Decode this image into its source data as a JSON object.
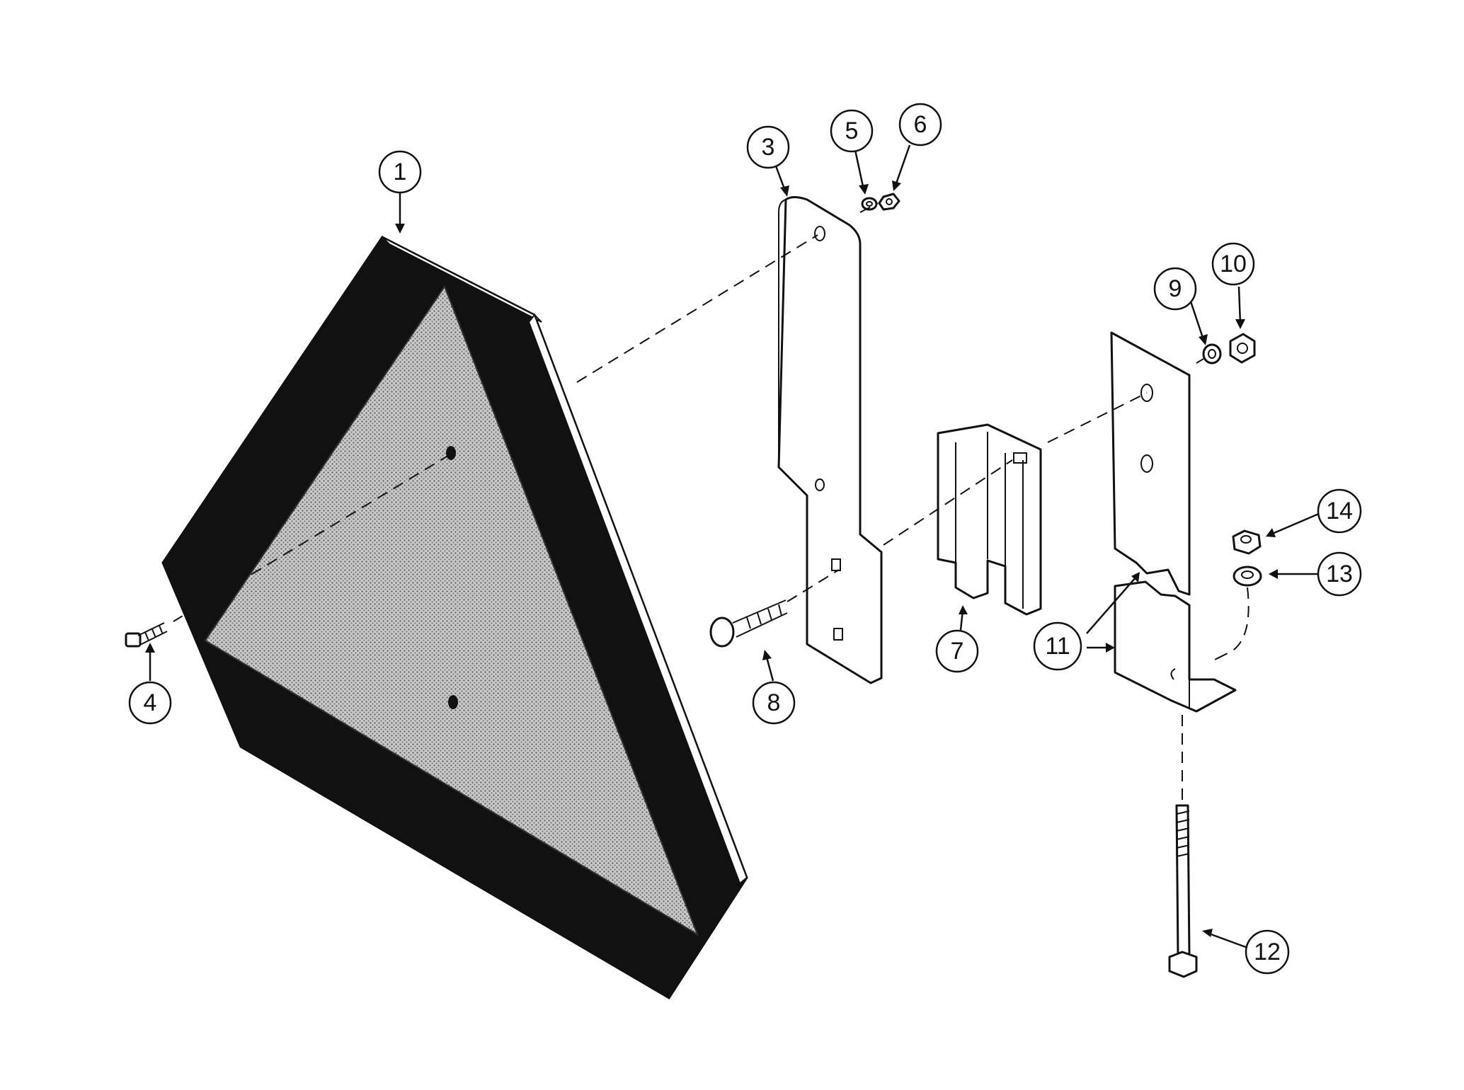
{
  "diagram": {
    "callouts": [
      {
        "id": "1",
        "label": "1"
      },
      {
        "id": "3",
        "label": "3"
      },
      {
        "id": "4",
        "label": "4"
      },
      {
        "id": "5",
        "label": "5"
      },
      {
        "id": "6",
        "label": "6"
      },
      {
        "id": "7",
        "label": "7"
      },
      {
        "id": "8",
        "label": "8"
      },
      {
        "id": "9",
        "label": "9"
      },
      {
        "id": "10",
        "label": "10"
      },
      {
        "id": "11",
        "label": "11"
      },
      {
        "id": "12",
        "label": "12"
      },
      {
        "id": "13",
        "label": "13"
      },
      {
        "id": "14",
        "label": "14"
      }
    ],
    "parts": {
      "sign": "smv-emblem",
      "bracket": "mounting-bracket",
      "channel": "socket-channel",
      "clamp_upper": "clamp-plate-upper",
      "clamp_lower": "clamp-plate-lower"
    },
    "colors": {
      "ink": "#111111",
      "fill": "#ffffff",
      "emblem_center": "#9a9a9a"
    }
  }
}
